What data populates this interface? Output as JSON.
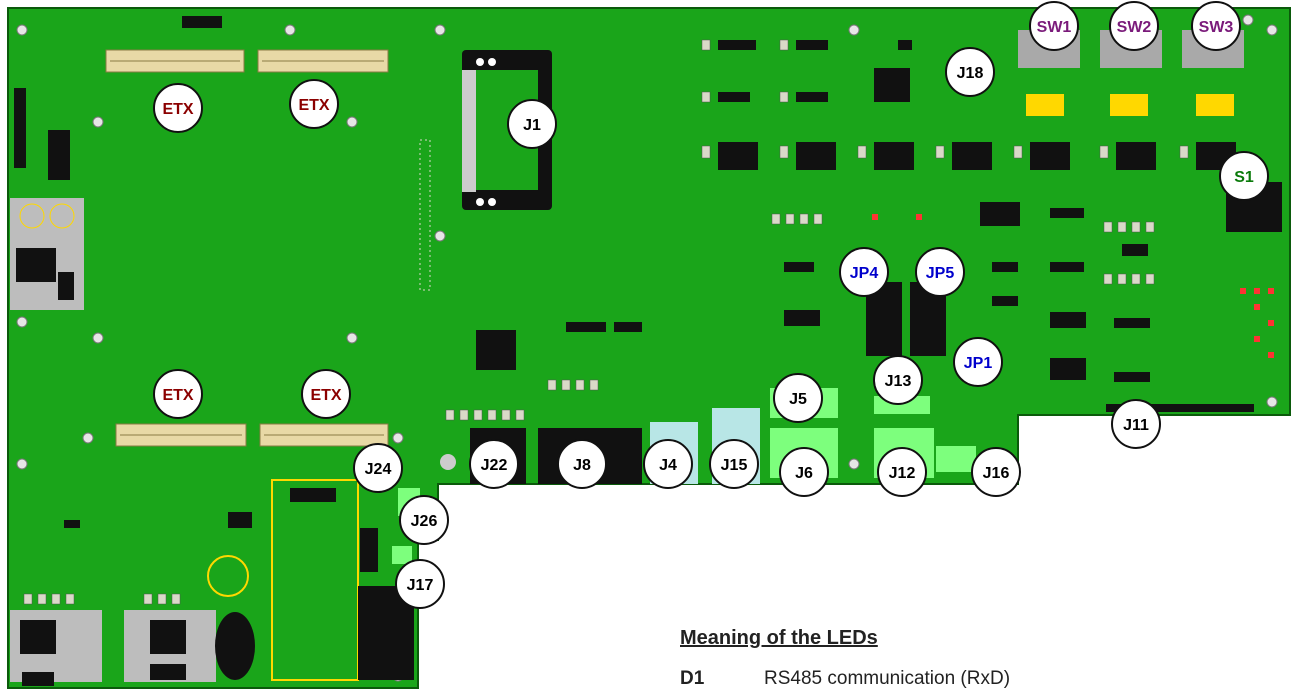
{
  "board": {
    "colors": {
      "pcb": "#1aa51a",
      "pcb_dark": "#138a13",
      "copper_pad": "#d9d9c8",
      "chip": "#111111",
      "header_tan": "#e8d9a6",
      "connector_green": "#7dff7d",
      "connector_light": "#b8e6e6",
      "dip_yellow": "#ffd800",
      "switch_gray": "#a9a9a9",
      "regulator_gray": "#bdbdbd",
      "callout_red": "#8b0000",
      "callout_black": "#000000",
      "callout_blue": "#0000cc",
      "callout_green": "#0a7a0a",
      "callout_purple": "#7a1a7a"
    }
  },
  "callouts": [
    {
      "id": "etx-1",
      "label": "ETX",
      "color": "#8b0000"
    },
    {
      "id": "etx-2",
      "label": "ETX",
      "color": "#8b0000"
    },
    {
      "id": "etx-3",
      "label": "ETX",
      "color": "#8b0000"
    },
    {
      "id": "etx-4",
      "label": "ETX",
      "color": "#8b0000"
    },
    {
      "id": "j1",
      "label": "J1",
      "color": "#000000"
    },
    {
      "id": "sw1",
      "label": "SW1",
      "color": "#7a1a7a"
    },
    {
      "id": "sw2",
      "label": "SW2",
      "color": "#7a1a7a"
    },
    {
      "id": "sw3",
      "label": "SW3",
      "color": "#7a1a7a"
    },
    {
      "id": "j18",
      "label": "J18",
      "color": "#000000"
    },
    {
      "id": "s1",
      "label": "S1",
      "color": "#0a7a0a"
    },
    {
      "id": "jp4",
      "label": "JP4",
      "color": "#0000cc"
    },
    {
      "id": "jp5",
      "label": "JP5",
      "color": "#0000cc"
    },
    {
      "id": "jp1",
      "label": "JP1",
      "color": "#0000cc"
    },
    {
      "id": "j13",
      "label": "J13",
      "color": "#000000"
    },
    {
      "id": "j5",
      "label": "J5",
      "color": "#000000"
    },
    {
      "id": "j11",
      "label": "J11",
      "color": "#000000"
    },
    {
      "id": "j24",
      "label": "J24",
      "color": "#000000"
    },
    {
      "id": "j22",
      "label": "J22",
      "color": "#000000"
    },
    {
      "id": "j8",
      "label": "J8",
      "color": "#000000"
    },
    {
      "id": "j4",
      "label": "J4",
      "color": "#000000"
    },
    {
      "id": "j15",
      "label": "J15",
      "color": "#000000"
    },
    {
      "id": "j6",
      "label": "J6",
      "color": "#000000"
    },
    {
      "id": "j12",
      "label": "J12",
      "color": "#000000"
    },
    {
      "id": "j16",
      "label": "J16",
      "color": "#000000"
    },
    {
      "id": "j26",
      "label": "J26",
      "color": "#000000"
    },
    {
      "id": "j17",
      "label": "J17",
      "color": "#000000"
    }
  ],
  "legend": {
    "title": "Meaning of the LEDs",
    "rows": [
      {
        "code": "D1",
        "text": "RS485 communication (RxD)"
      }
    ]
  }
}
